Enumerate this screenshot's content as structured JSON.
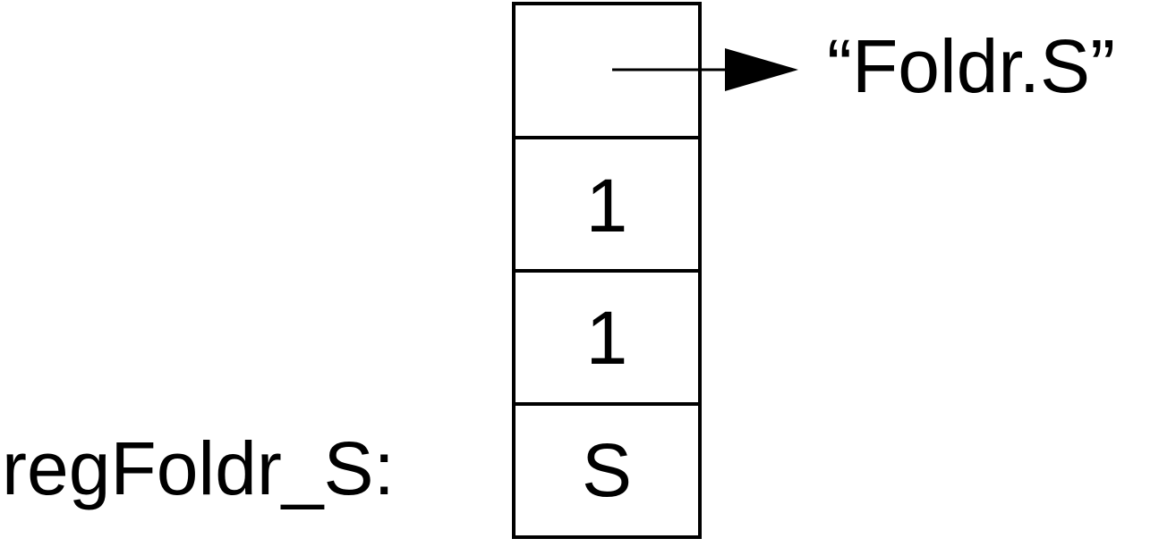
{
  "record": {
    "label": "regFoldr_S:",
    "cells": [
      {
        "kind": "pointer",
        "text": ""
      },
      {
        "kind": "value",
        "text": "1"
      },
      {
        "kind": "value",
        "text": "1"
      },
      {
        "kind": "value",
        "text": "S"
      }
    ]
  },
  "pointer_target": {
    "text": "“Foldr.S”"
  }
}
